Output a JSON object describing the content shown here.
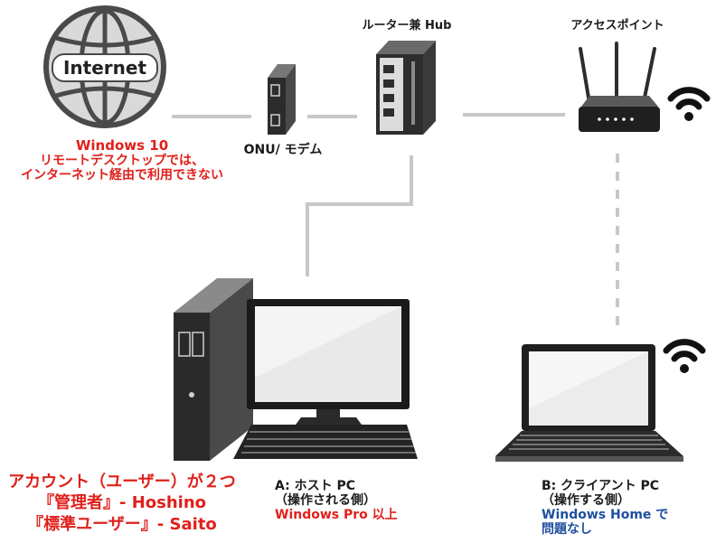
{
  "internet": {
    "label": "Internet"
  },
  "internet_note": {
    "line1": "Windows 10",
    "line2": "リモートデスクトップでは、",
    "line3": "インターネット経由で利用できない",
    "color": "#e0201b"
  },
  "onu": {
    "label": "ONU/ モデム"
  },
  "router": {
    "label": "ルーター兼 Hub"
  },
  "access_point": {
    "label": "アクセスポイント"
  },
  "host_pc": {
    "line1": "A: ホスト PC",
    "line2": "（操作される側）",
    "line3": "Windows Pro 以上",
    "accent": "#e0201b"
  },
  "client_pc": {
    "line1": "B: クライアント PC",
    "line2": "（操作する側）",
    "line3a": "Windows Home で",
    "line3b": "問題なし",
    "accent": "#1f4fa0"
  },
  "accounts": {
    "line1": "アカウント（ユーザー）が２つ",
    "line2": "『管理者』- Hoshino",
    "line3": "『標準ユーザー』- Saito",
    "color": "#e0201b"
  },
  "icons": [
    "globe-icon",
    "onu-modem-icon",
    "router-hub-icon",
    "access-point-icon",
    "wifi-icon",
    "desktop-pc-icon",
    "laptop-icon"
  ]
}
